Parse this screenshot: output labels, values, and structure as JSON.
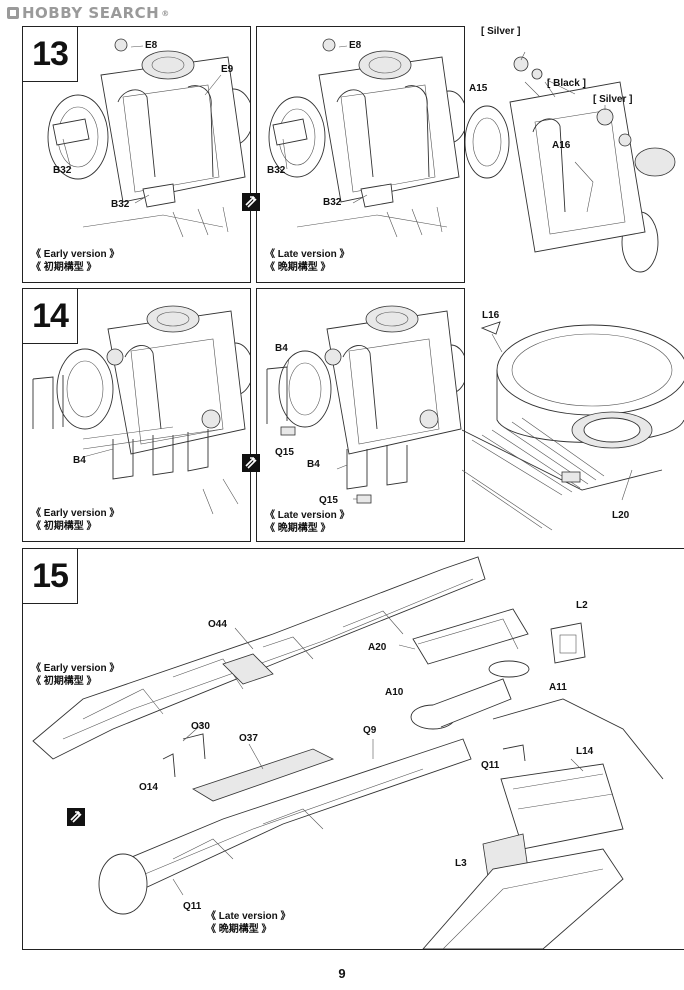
{
  "watermark": {
    "brand": "HOBBY SEARCH",
    "reg": "®"
  },
  "page_number": "9",
  "step13": {
    "number": "13",
    "early": {
      "version_en": "《 Early version 》",
      "version_ja": "《 初期構型 》",
      "parts": {
        "e8": "E8",
        "e9": "E9",
        "b32a": "B32",
        "b32b": "B32"
      }
    },
    "late": {
      "version_en": "《 Late version 》",
      "version_ja": "《 晩期構型 》",
      "parts": {
        "e8": "E8",
        "b32a": "B32",
        "b32b": "B32"
      }
    },
    "detail": {
      "silver1": "[ Silver ]",
      "black": "[ Black ]",
      "silver2": "[ Silver ]",
      "a15": "A15",
      "a16": "A16"
    }
  },
  "step14": {
    "number": "14",
    "early": {
      "version_en": "《 Early version 》",
      "version_ja": "《 初期構型 》",
      "parts": {
        "b4": "B4"
      }
    },
    "late": {
      "version_en": "《 Late version 》",
      "version_ja": "《 晩期構型 》",
      "parts": {
        "b4a": "B4",
        "q15a": "Q15",
        "b4b": "B4",
        "q15b": "Q15"
      }
    },
    "turret": {
      "l16": "L16",
      "l20": "L20"
    }
  },
  "step15": {
    "number": "15",
    "early_en": "《 Early version 》",
    "early_ja": "《 初期構型 》",
    "late_en": "《 Late version 》",
    "late_ja": "《 晩期構型 》",
    "parts": {
      "o44": "O44",
      "a20": "A20",
      "l2": "L2",
      "a10": "A10",
      "a11": "A11",
      "o30": "O30",
      "o37": "O37",
      "q9": "Q9",
      "o14": "O14",
      "q11a": "Q11",
      "l14": "L14",
      "l3": "L3",
      "q11b": "Q11"
    }
  }
}
